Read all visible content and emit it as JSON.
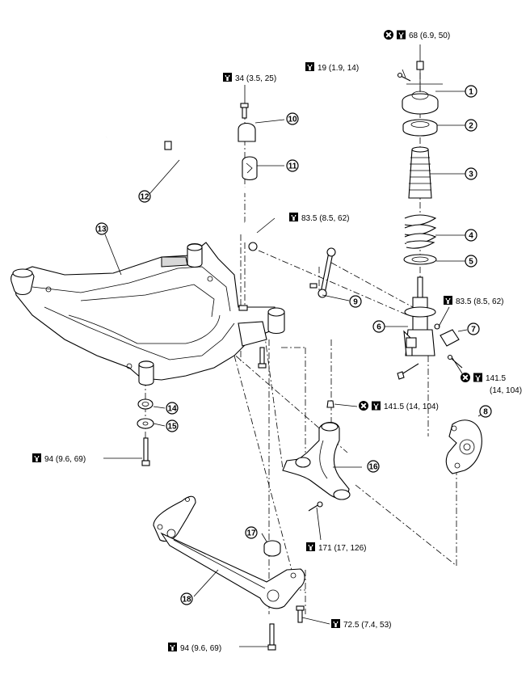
{
  "torque_specs": [
    {
      "id": "t-68",
      "value": "68 (6.9, 50)",
      "replace": true
    },
    {
      "id": "t-19",
      "value": "19 (1.9, 14)",
      "replace": false
    },
    {
      "id": "t-34",
      "value": "34 (3.5, 25)",
      "replace": false
    },
    {
      "id": "t-83a",
      "value": "83.5 (8.5, 62)",
      "replace": false
    },
    {
      "id": "t-83b",
      "value": "83.5 (8.5, 62)",
      "replace": false
    },
    {
      "id": "t-141a",
      "value": "141.5",
      "value2": "(14, 104)",
      "replace": true
    },
    {
      "id": "t-141b",
      "value": "141.5 (14, 104)",
      "replace": true
    },
    {
      "id": "t-94a",
      "value": "94 (9.6, 69)",
      "replace": false
    },
    {
      "id": "t-171",
      "value": "171 (17, 126)",
      "replace": false
    },
    {
      "id": "t-72",
      "value": "72.5 (7.4, 53)",
      "replace": false
    },
    {
      "id": "t-94b",
      "value": "94 (9.6, 69)",
      "replace": false
    }
  ],
  "callouts": [
    "1",
    "2",
    "3",
    "4",
    "5",
    "6",
    "7",
    "8",
    "9",
    "10",
    "11",
    "12",
    "13",
    "14",
    "15",
    "16",
    "17",
    "18"
  ],
  "icons": {
    "torque": "torque-wrench-icon",
    "replace": "do-not-reuse-icon"
  }
}
